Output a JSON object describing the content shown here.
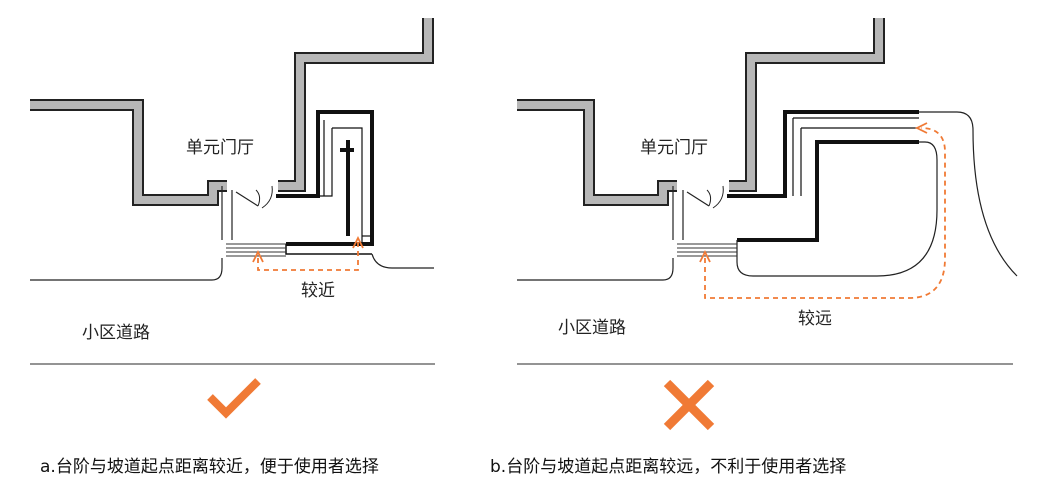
{
  "panels": [
    {
      "id": "a",
      "hall_label": "单元门厅",
      "road_label": "小区道路",
      "distance_label": "较近",
      "verdict_icon": "check-icon",
      "caption": "a.台阶与坡道起点距离较近，便于使用者选择"
    },
    {
      "id": "b",
      "hall_label": "单元门厅",
      "road_label": "小区道路",
      "distance_label": "较远",
      "verdict_icon": "cross-icon",
      "caption": "b.台阶与坡道起点距离较远，不利于使用者选择"
    }
  ],
  "colors": {
    "accent": "#f07a35",
    "wall_fill": "#b7b7b7",
    "line": "#222222"
  }
}
